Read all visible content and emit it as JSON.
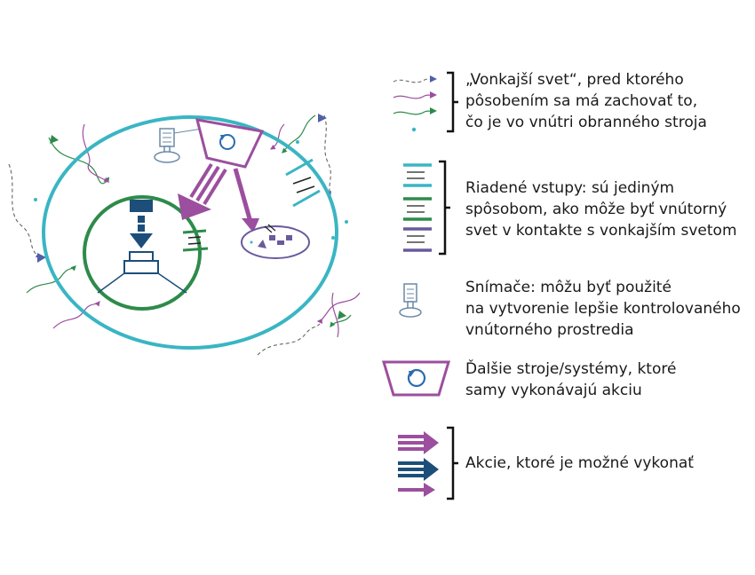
{
  "colors": {
    "teal": "#3ab5c3",
    "green": "#2e8b4a",
    "navy": "#1d4e7a",
    "purple": "#9b4f9e",
    "lavender": "#6a5a9c",
    "gray_dash": "#777777",
    "sensor": "#6a8aa6"
  },
  "icons": [
    "sensor-icon",
    "machine-cycle-icon",
    "actuator-icon",
    "controlled-input-icon",
    "action-arrow-icon"
  ],
  "legend": {
    "outside_world": {
      "lines": [
        "„Vonkajší svet“, pred ktorého",
        "pôsobením sa má zachovať to,",
        "čo je vo vnútri obranného stroja"
      ]
    },
    "controlled_inputs": {
      "lines": [
        "Riadené vstupy: sú jediným",
        "spôsobom, ako môže byť vnútorný",
        "svet v kontakte s vonkajším svetom"
      ]
    },
    "sensors": {
      "lines": [
        "Snímače: môžu byť použité",
        "na vytvorenie lepšie kontrolovaného",
        "vnútorného prostredia"
      ]
    },
    "other_machines": {
      "lines": [
        "Ďalšie stroje/systémy, ktoré",
        "samy vykonávajú akciu"
      ]
    },
    "actions": {
      "lines": [
        "Akcie, ktoré je možné vykonať"
      ]
    }
  }
}
